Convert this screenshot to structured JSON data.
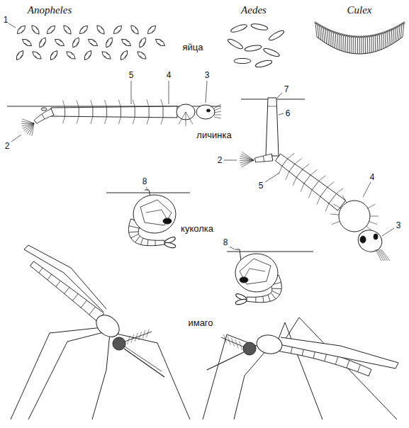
{
  "diagram": {
    "labels": [
      "Anopheles",
      "Aedes",
      "Culex",
      "1",
      "яйца",
      "5",
      "4",
      "3",
      "7",
      "6",
      "2",
      "2",
      "личинка",
      "5",
      "4",
      "3",
      "8",
      "куколка",
      "8",
      "имаго"
    ]
  }
}
